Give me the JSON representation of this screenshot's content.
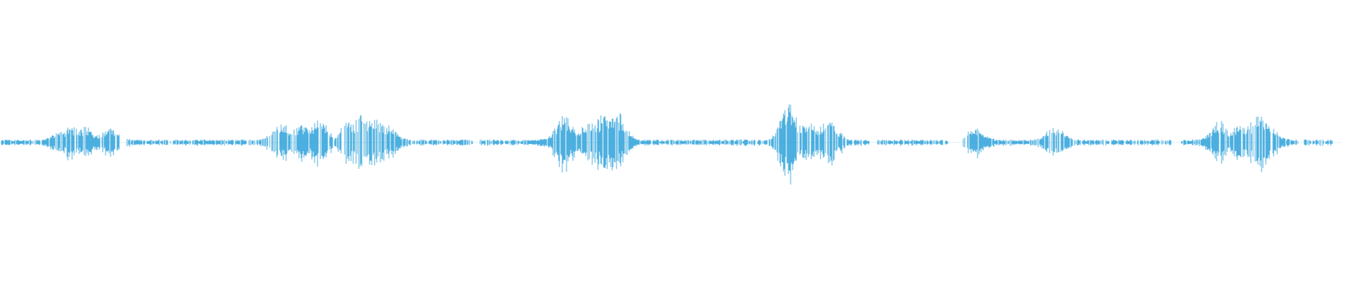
{
  "waveform": {
    "color": "#1f9bd7",
    "background": "#ffffff",
    "peak_amplitude": 0.06,
    "duration_fraction_shown": 0.975,
    "bursts": [
      {
        "position": 0.045,
        "level": 0.25
      },
      {
        "position": 0.053,
        "level": 0.45
      },
      {
        "position": 0.062,
        "level": 0.4
      },
      {
        "position": 0.08,
        "level": 0.35
      },
      {
        "position": 0.205,
        "level": 0.5
      },
      {
        "position": 0.22,
        "level": 0.45
      },
      {
        "position": 0.233,
        "level": 0.6
      },
      {
        "position": 0.255,
        "level": 0.55
      },
      {
        "position": 0.265,
        "level": 0.8
      },
      {
        "position": 0.275,
        "level": 0.6
      },
      {
        "position": 0.283,
        "level": 0.45
      },
      {
        "position": 0.412,
        "level": 0.7
      },
      {
        "position": 0.43,
        "level": 0.5
      },
      {
        "position": 0.44,
        "level": 0.7
      },
      {
        "position": 0.45,
        "level": 0.85
      },
      {
        "position": 0.576,
        "level": 1.0
      },
      {
        "position": 0.59,
        "level": 0.55
      },
      {
        "position": 0.605,
        "level": 0.7
      },
      {
        "position": 0.712,
        "level": 0.35
      },
      {
        "position": 0.77,
        "level": 0.4
      },
      {
        "position": 0.89,
        "level": 0.55
      },
      {
        "position": 0.905,
        "level": 0.45
      },
      {
        "position": 0.918,
        "level": 0.75
      },
      {
        "position": 0.925,
        "level": 0.5
      }
    ],
    "quiet_gaps": [
      {
        "start": 0.087,
        "end": 0.092
      },
      {
        "start": 0.345,
        "end": 0.35
      },
      {
        "start": 0.635,
        "end": 0.64
      },
      {
        "start": 0.692,
        "end": 0.703
      },
      {
        "start": 0.855,
        "end": 0.862
      },
      {
        "start": 0.948,
        "end": 0.952
      }
    ]
  }
}
